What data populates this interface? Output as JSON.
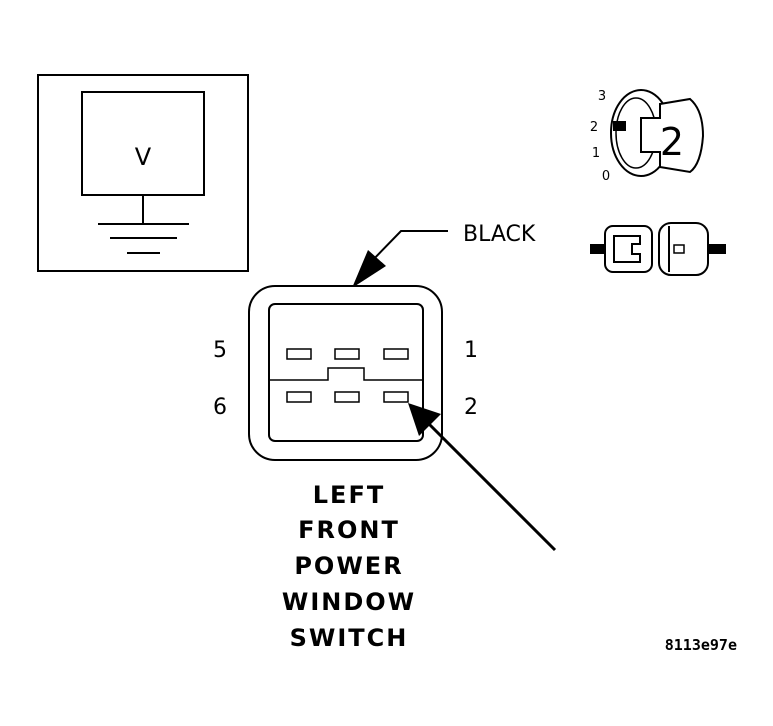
{
  "meter": {
    "symbol": "V"
  },
  "ignition": {
    "positions": [
      "3",
      "2",
      "1",
      "0"
    ],
    "key_number": "2"
  },
  "connector": {
    "color_label": "BLACK",
    "pins_left": [
      "5",
      "6"
    ],
    "pins_right": [
      "1",
      "2"
    ]
  },
  "component": {
    "name_lines": [
      "LEFT",
      "FRONT",
      "POWER",
      "WINDOW",
      "SWITCH"
    ]
  },
  "figure_id": "8113e97e"
}
